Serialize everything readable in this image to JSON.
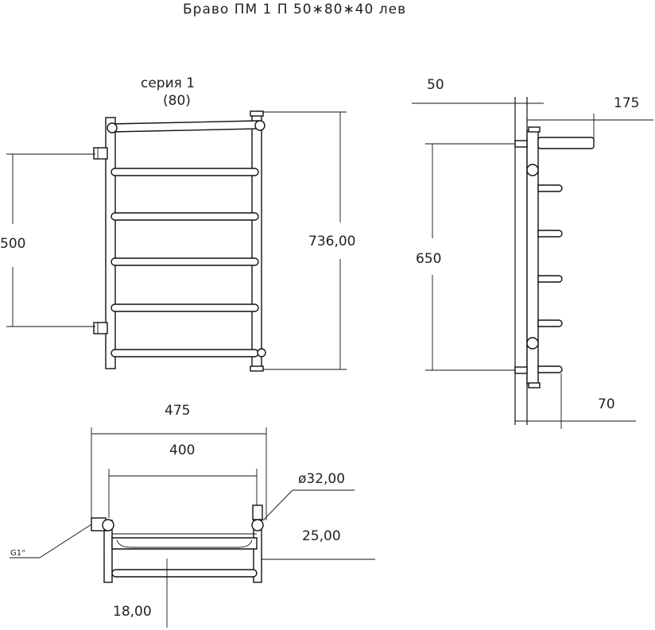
{
  "title": "Браво ПМ 1 П 50∗80∗40 лев",
  "front_view": {
    "series_line1": "серия 1",
    "series_line2": "(80)",
    "dim_height_total": "736,00",
    "dim_connection": "500"
  },
  "side_view": {
    "dim_wall": "50",
    "dim_depth": "175",
    "dim_height": "650",
    "dim_offset": "70"
  },
  "top_view": {
    "dim_overall_width": "475",
    "dim_axis_width": "400",
    "dim_pipe_diameter": "ø32,00",
    "dim_shelf": "25,00",
    "dim_bar": "18,00",
    "thread_label": "G1\""
  }
}
